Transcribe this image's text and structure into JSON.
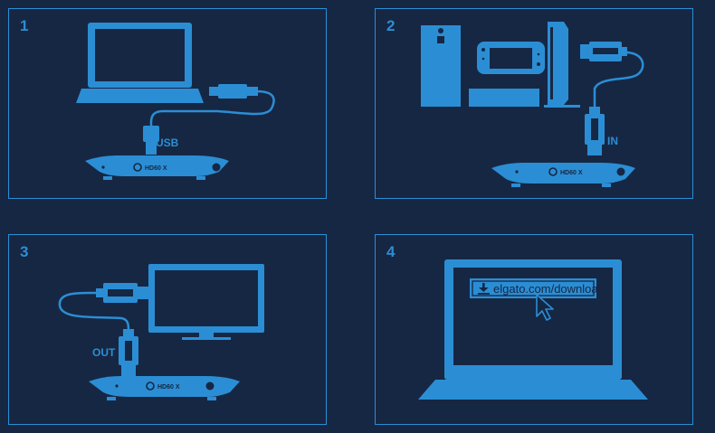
{
  "colors": {
    "background": "#162744",
    "accent": "#2b8ed4"
  },
  "steps": [
    {
      "number": "1",
      "label": "USB"
    },
    {
      "number": "2",
      "label": "IN"
    },
    {
      "number": "3",
      "label": "OUT"
    },
    {
      "number": "4",
      "url": "elgato.com/download"
    }
  ],
  "device": {
    "brand": "HD60 X"
  },
  "icons": [
    "laptop-icon",
    "usb-plug-icon",
    "capture-card-icon",
    "xbox-console-icon",
    "switch-console-icon",
    "playstation-console-icon",
    "hdmi-plug-icon",
    "monitor-icon",
    "download-icon",
    "mouse-cursor-icon"
  ]
}
